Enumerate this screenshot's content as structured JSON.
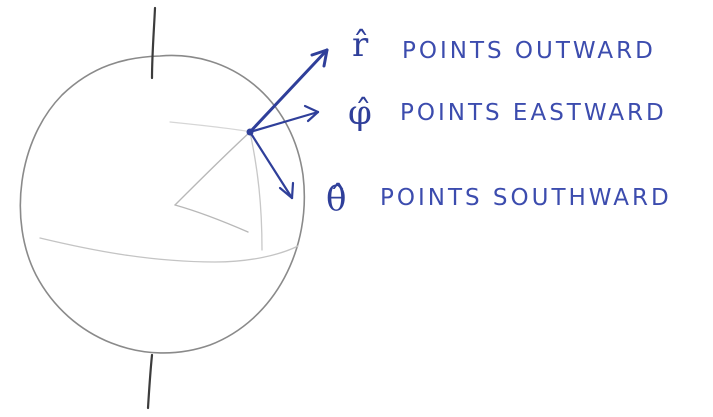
{
  "labels": [
    {
      "symbol": "r̂",
      "text": "POINTS OUTWARD"
    },
    {
      "symbol": "φ̂",
      "text": "POINTS EASTWARD"
    },
    {
      "symbol": "θ̂",
      "text": "POINTS SOUTHWARD"
    }
  ],
  "colors": {
    "sphere_pencil": "#8a8a8a",
    "ink": "#2f3f9a"
  }
}
